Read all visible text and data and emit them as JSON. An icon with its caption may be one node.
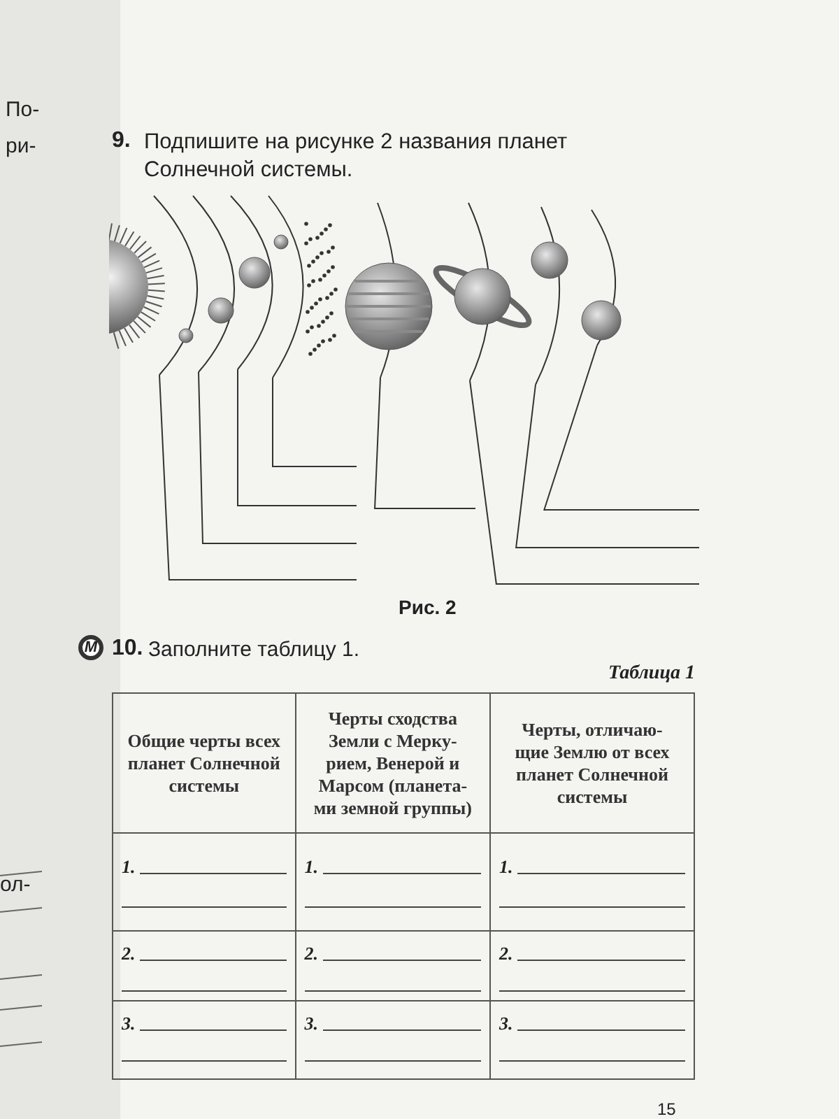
{
  "diagram": {
    "nodes": [
      {
        "text": [],
        "shape": "picture"
      },
      {
        "text": [],
        "shape": "picture"
      },
      {
        "text": [],
        "shape": "picture"
      },
      {
        "text": [],
        "shape": "picture"
      },
      {
        "text": [],
        "shape": "picture"
      },
      {
        "text": [],
        "shape": "picture"
      },
      {
        "text": [],
        "shape": "picture"
      },
      {
        "text": [],
        "shape": "picture"
      },
      {
        "text": [],
        "shape": "line"
      },
      {
        "text": [],
        "shape": "line"
      },
      {
        "text": [],
        "shape": "line"
      },
      {
        "text": [],
        "shape": "line"
      },
      {
        "text": [],
        "shape": "line"
      },
      {
        "text": [],
        "shape": "line"
      },
      {
        "text": [],
        "shape": "line"
      },
      {
        "text": [],
        "shape": "line"
      }
    ],
    "edges": [
      {
        "from": 8,
        "to": 0,
        "arrow": "none"
      },
      {
        "from": 9,
        "to": 1,
        "arrow": "none"
      },
      {
        "from": 10,
        "to": 2,
        "arrow": "none"
      },
      {
        "from": 11,
        "to": 3,
        "arrow": "none"
      },
      {
        "from": 12,
        "to": 4,
        "arrow": "none"
      },
      {
        "from": 13,
        "to": 5,
        "arrow": "none"
      },
      {
        "from": 14,
        "to": 6,
        "arrow": "none"
      },
      {
        "from": 15,
        "to": 7,
        "arrow": "none"
      }
    ],
    "labels": [
      "По-",
      "ри-",
      "9.",
      "Подпишите на рисунке 2 названия планет Солнечной системы.",
      "Рис. 2",
      "М",
      "10.",
      "Заполните таблицу 1.",
      "Таблица 1",
      "Общие черты всех планет Солнечной системы",
      "Черты сходства Земли с Мерку- рием, Венерой и Марсом (планета- ми земной группы)",
      "Черты, отличаю- щие Землю от всех планет Солнечной системы",
      "1.",
      "1.",
      "1.",
      "2.",
      "2.",
      "2.",
      "3.",
      "3.",
      "3.",
      "ол-",
      "15"
    ]
  }
}
